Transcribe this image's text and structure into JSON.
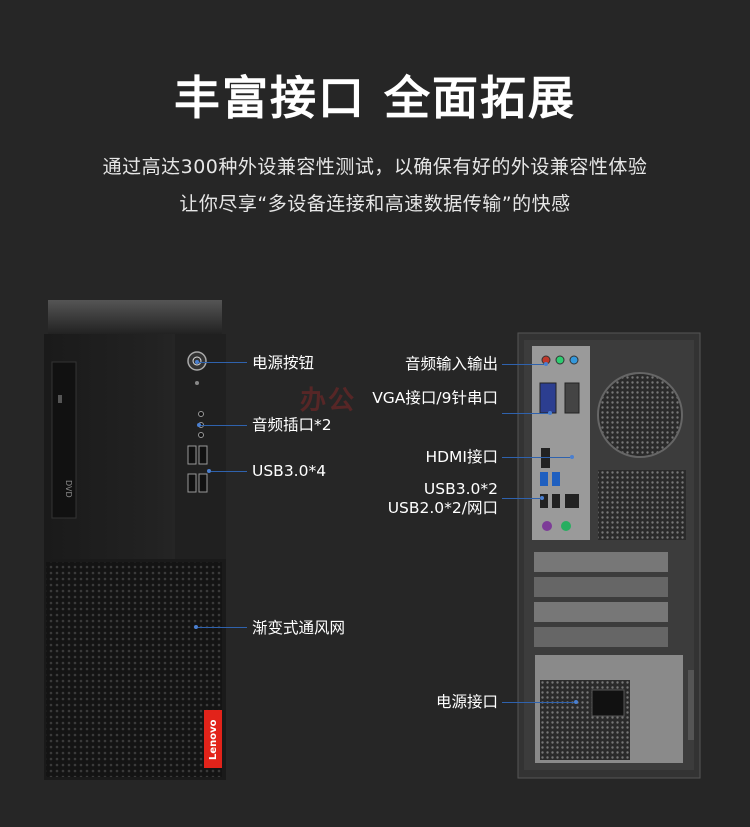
{
  "header": {
    "title": "丰富接口 全面拓展",
    "subtitle_line1": "通过高达300种外设兼容性测试，以确保有好的外设兼容性体验",
    "subtitle_line2": "让你尽享“多设备连接和高速数据传输”的快感"
  },
  "front_labels": {
    "power_button": "电源按钮",
    "audio_jacks": "音频插口*2",
    "usb30": "USB3.0*4",
    "vent": "渐变式通风网"
  },
  "rear_labels": {
    "audio_io": "音频输入输出",
    "vga_serial": "VGA接口/9针串口",
    "hdmi": "HDMI接口",
    "usb30": "USB3.0*2",
    "usb20_lan": "USB2.0*2/网口",
    "power_port": "电源接口"
  },
  "brand": {
    "logo_text": "Lenovo",
    "logo_color": "#e2231a",
    "accent_line_color": "#2f62ad"
  },
  "watermark": {
    "text": "办公"
  }
}
